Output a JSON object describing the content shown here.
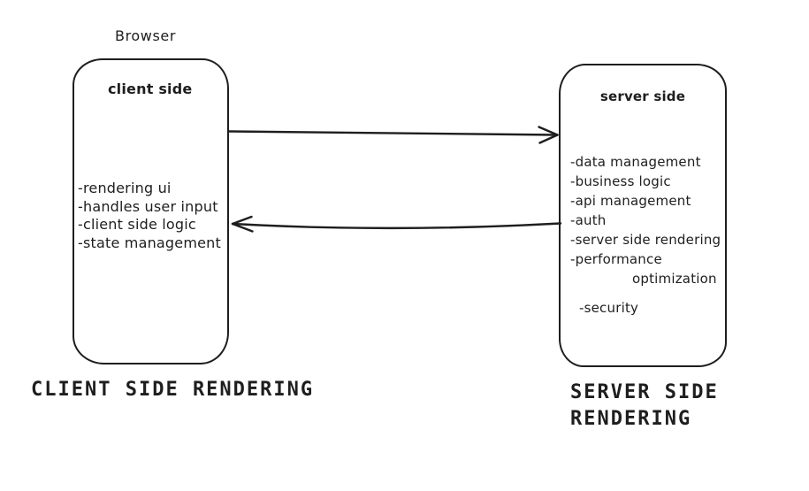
{
  "diagram": {
    "browser_label": "Browser",
    "client": {
      "title": "client side",
      "items": [
        "-rendering ui",
        "-handles user input",
        "-client side logic",
        "-state management"
      ],
      "caption": "CLIENT SIDE RENDERING"
    },
    "server": {
      "title": "server side",
      "items": [
        "-data management",
        "-business logic",
        "-api management",
        "-auth",
        "-server side rendering",
        "-performance",
        "optimization",
        "-security"
      ],
      "caption_line1": "SERVER SIDE",
      "caption_line2": "RENDERING"
    },
    "arrows": {
      "client_to_server": "arrow-right",
      "server_to_client": "arrow-left"
    },
    "colors": {
      "ink": "#1e1e1e",
      "background": "#ffffff"
    }
  }
}
